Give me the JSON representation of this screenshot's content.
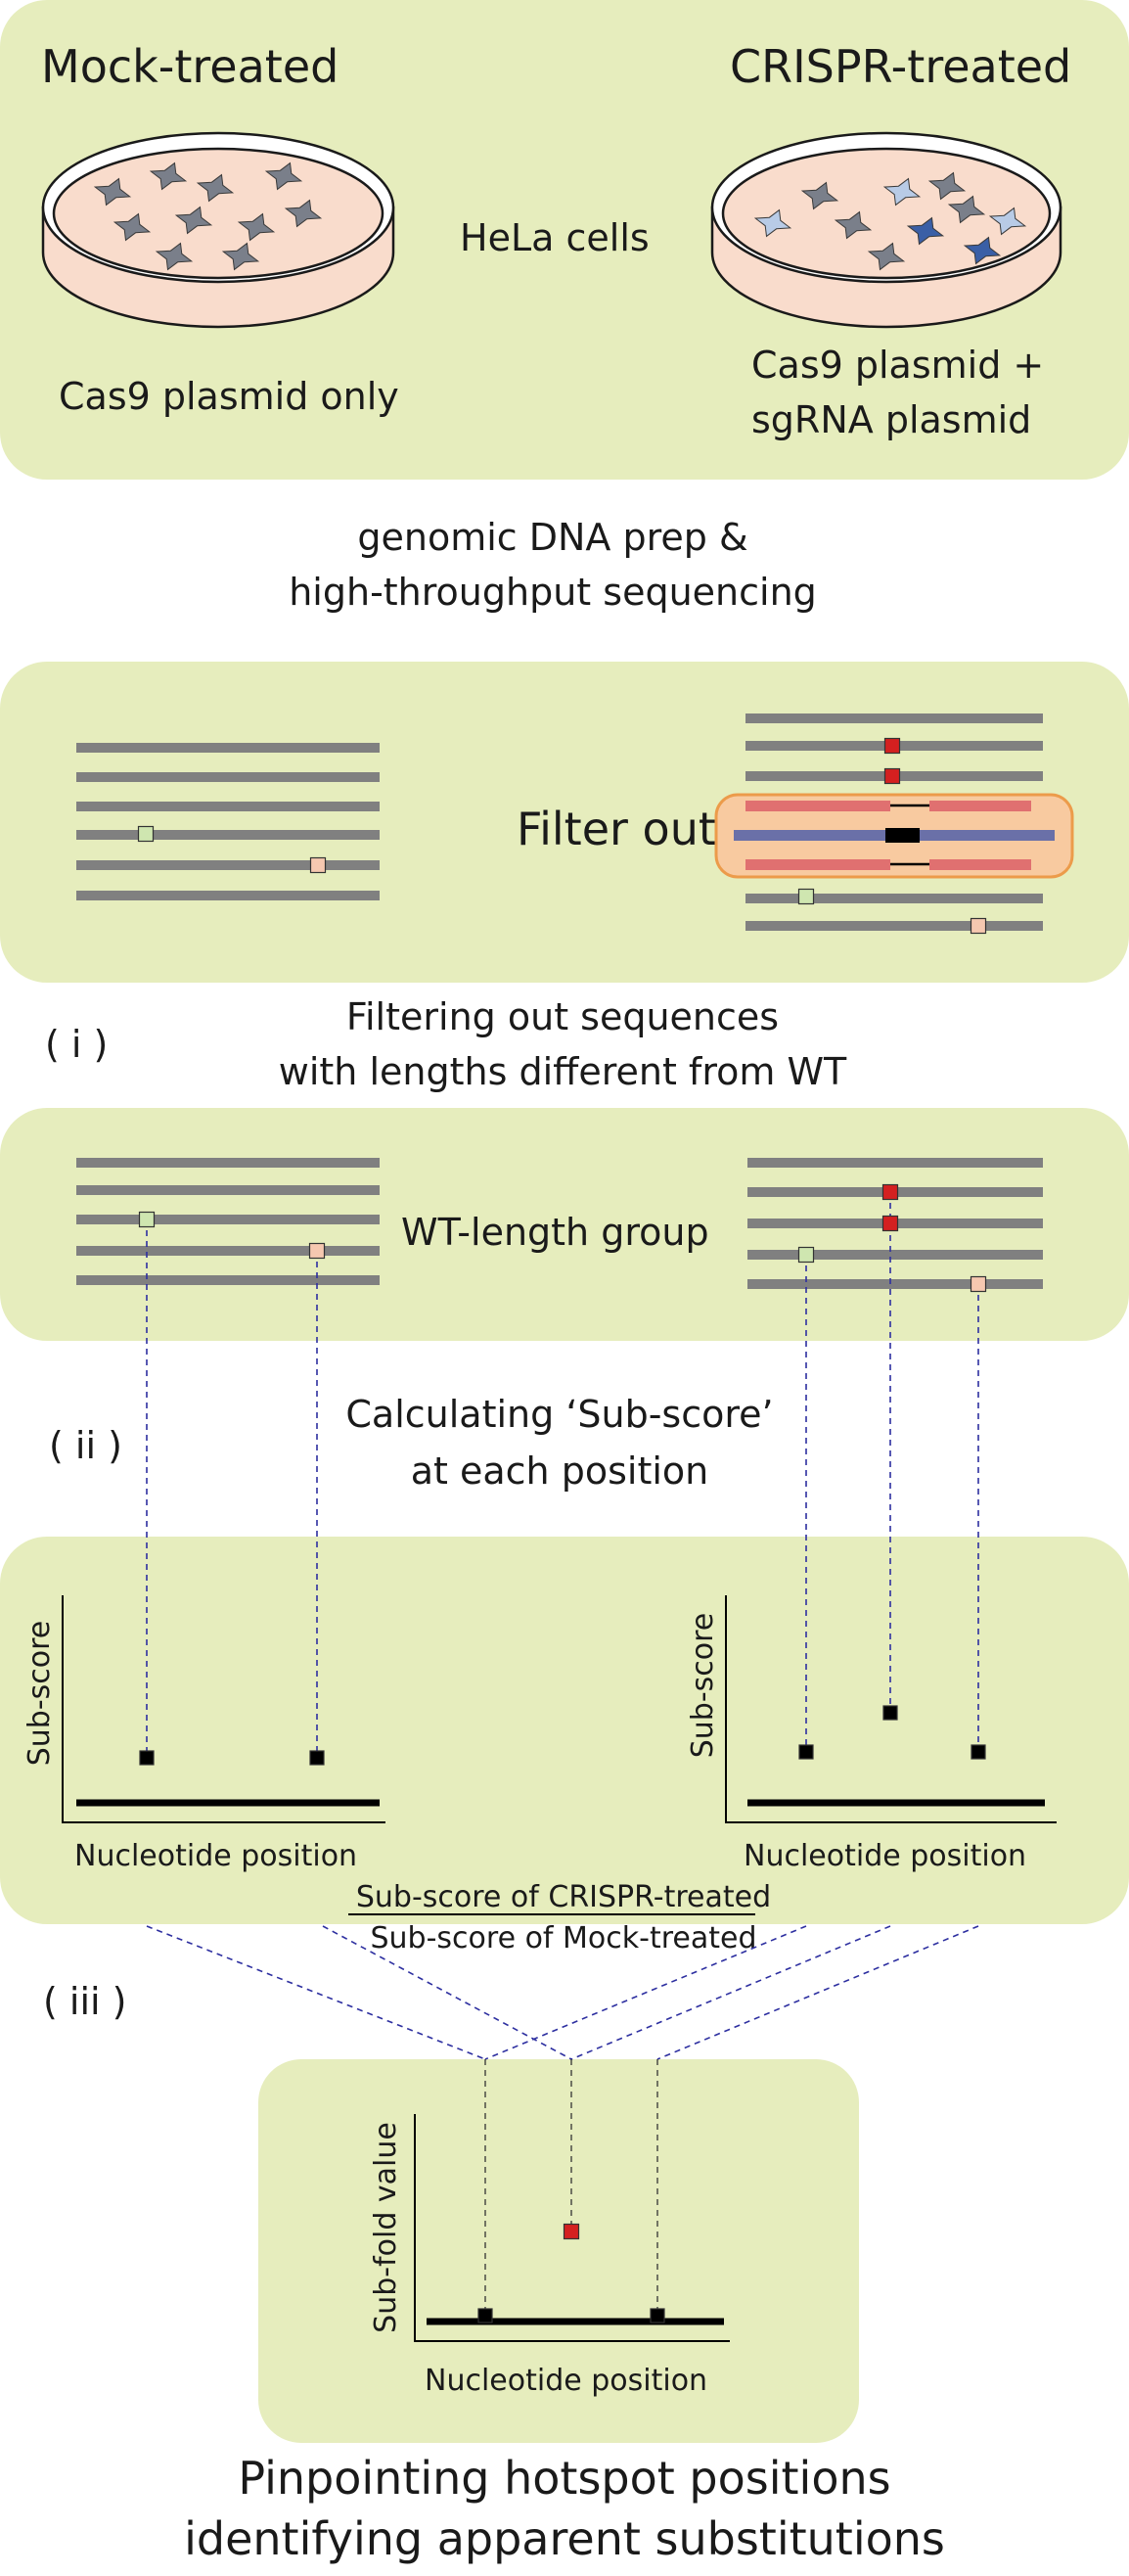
{
  "section1": {
    "left_title": "Mock-treated",
    "right_title": "CRISPR-treated",
    "center_label": "HeLa cells",
    "left_caption": "Cas9 plasmid only",
    "right_caption_line1": "Cas9 plasmid +",
    "right_caption_line2": "sgRNA plasmid"
  },
  "step_prep": {
    "line1": "genomic DNA prep &",
    "line2": "high-throughput sequencing"
  },
  "section2": {
    "filter_label": "Filter out"
  },
  "step_i": {
    "marker": "( i )",
    "line1": "Filtering out sequences",
    "line2": "with lengths different from WT"
  },
  "section3": {
    "group_label": "WT-length group"
  },
  "step_ii": {
    "marker": "( ii )",
    "line1": "Calculating ‘Sub-score’",
    "line2": "at each position"
  },
  "section4": {
    "left_ylabel": "Sub-score",
    "left_xlabel": "Nucleotide position",
    "right_ylabel": "Sub-score",
    "right_xlabel": "Nucleotide position",
    "ratio_numerator": "Sub-score of CRISPR-treated",
    "ratio_denominator": "Sub-score of Mock-treated"
  },
  "step_iii": {
    "marker": "( iii )"
  },
  "section5": {
    "ylabel": "Sub-fold value",
    "xlabel": "Nucleotide position"
  },
  "conclusion": {
    "line1": "Pinpointing hotspot positions",
    "line2": "identifying apparent substitutions"
  },
  "colors": {
    "panel": "#e6edbd",
    "read_gray": "#808080",
    "mutation_red": "#d42020",
    "substitution_green": "#cfe6b0",
    "substitution_peach": "#f6c8b0",
    "filter_box": "#f8caa0",
    "filter_box_border": "#ec9b4a",
    "indel_red_read": "#e07070",
    "indel_blue_read": "#6a70a8",
    "cell_gray": "#7a7f8a",
    "cell_light_blue": "#b8cbe6",
    "cell_dark_blue": "#3a5fa6",
    "dashed_line": "#2d2fa0"
  },
  "icons": [
    "petri-dish",
    "cell-shape",
    "sequencing-read",
    "data-point"
  ]
}
